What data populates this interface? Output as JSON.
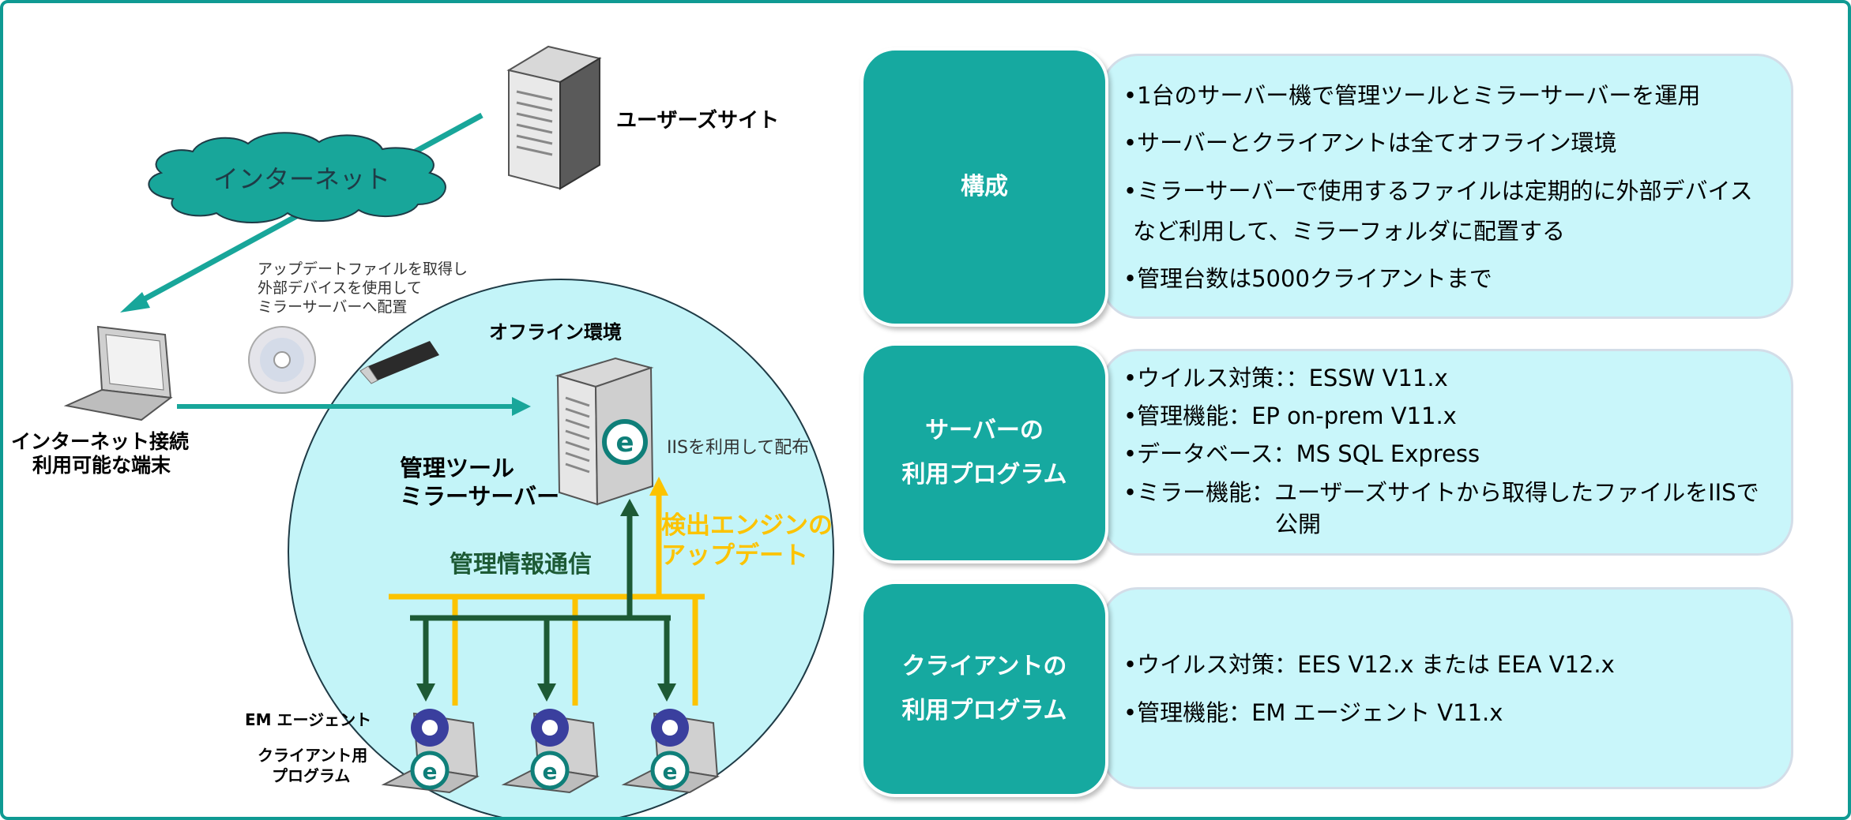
{
  "colors": {
    "teal": "#16a9a0",
    "panel_bg": "#c9f6fa",
    "circle_bg": "#c3f4f8",
    "yellow": "#fcc300",
    "dark_green": "#1d5a35",
    "arrow_teal": "#18a69a"
  },
  "diagram": {
    "user_site": "ユーザーズサイト",
    "internet": "インターネット",
    "note": [
      "アップデートファイルを取得し",
      "外部デバイスを使用して",
      "ミラーサーバーへ配置"
    ],
    "terminal": [
      "インターネット接続",
      "利用可能な端末"
    ],
    "offline": "オフライン環境",
    "mgmt_server": [
      "管理ツール",
      "ミラーサーバー"
    ],
    "iis": "IISを利用して配布",
    "mgmt_comm": "管理情報通信",
    "engine_update": [
      "検出エンジンの",
      "アップデート"
    ],
    "em_agent": "EM エージェント",
    "client_program": [
      "クライアント用",
      "プログラム"
    ]
  },
  "sections": [
    {
      "tag": [
        "構成"
      ],
      "bullets": [
        "•1台のサーバー機で管理ツールとミラーサーバーを運用",
        "•サーバーとクライアントは全てオフライン環境",
        "•ミラーサーバーで使用するファイルは定期的に外部デバイス",
        "など利用して、ミラーフォルダに配置する",
        "•管理台数は5000クライアントまで"
      ]
    },
    {
      "tag": [
        "サーバーの",
        "利用プログラム"
      ],
      "bullets": [
        "•ウイルス対策：：ESSW V11.x",
        "•管理機能：EP on-prem V11.x",
        "•データベース：MS SQL Express",
        "•ミラー機能：ユーザーズサイトから取得したファイルをIISで",
        "公開"
      ]
    },
    {
      "tag": [
        "クライアントの",
        "利用プログラム"
      ],
      "bullets": [
        "•ウイルス対策：EES V12.x または EEA V12.x",
        "•管理機能：EM エージェント V11.x"
      ]
    }
  ]
}
